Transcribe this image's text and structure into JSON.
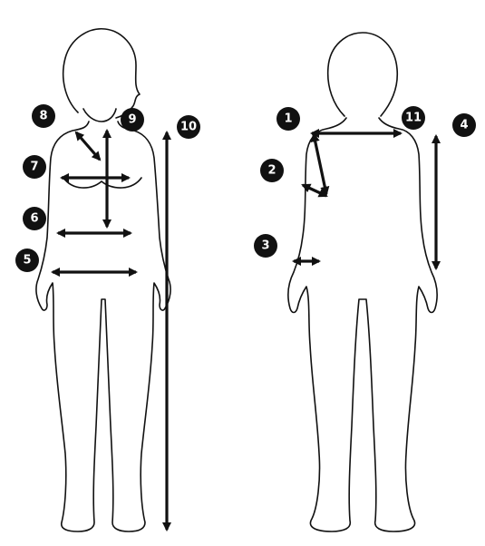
{
  "colors": {
    "ink": "#111111",
    "paper": "#ffffff",
    "marker_text": "#ffffff"
  },
  "figures": {
    "front": "front-view-body",
    "back": "back-view-body"
  },
  "markers": [
    {
      "id": "m1",
      "label": "1"
    },
    {
      "id": "m2",
      "label": "2"
    },
    {
      "id": "m3",
      "label": "3"
    },
    {
      "id": "m4",
      "label": "4"
    },
    {
      "id": "m5",
      "label": "5"
    },
    {
      "id": "m6",
      "label": "6"
    },
    {
      "id": "m7",
      "label": "7"
    },
    {
      "id": "m8",
      "label": "8"
    },
    {
      "id": "m9",
      "label": "9"
    },
    {
      "id": "m10",
      "label": "10"
    },
    {
      "id": "m11",
      "label": "11"
    }
  ]
}
